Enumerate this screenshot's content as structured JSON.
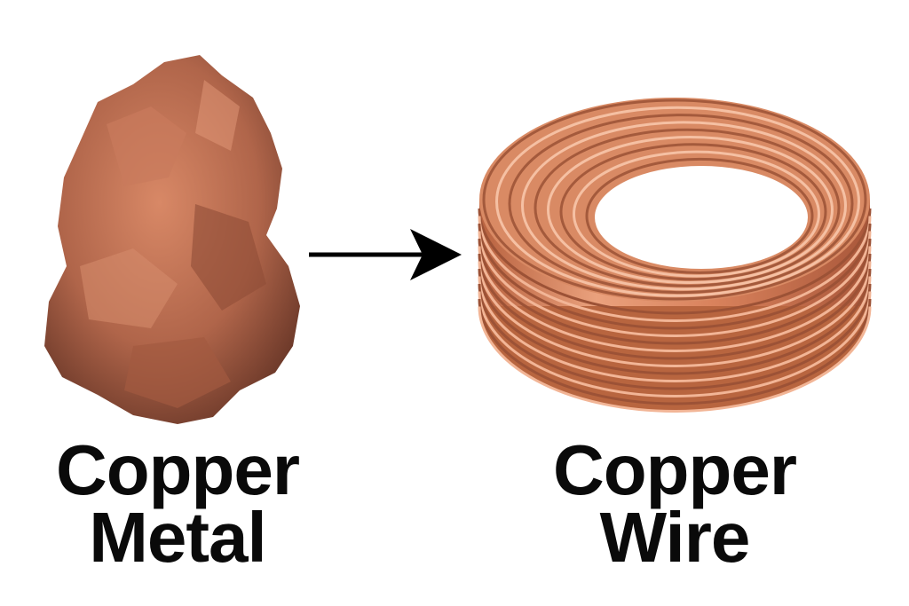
{
  "left": {
    "title_line1": "Copper",
    "title_line2": "Metal",
    "image": "copper-nugget"
  },
  "right": {
    "title_line1": "Copper",
    "title_line2": "Wire",
    "image": "copper-wire-coil"
  },
  "arrow": {
    "icon": "arrow-right-icon",
    "color": "#000000"
  },
  "colors": {
    "copper": "#c8734f",
    "copper_dark": "#8a4a32",
    "copper_light": "#f0b395"
  }
}
